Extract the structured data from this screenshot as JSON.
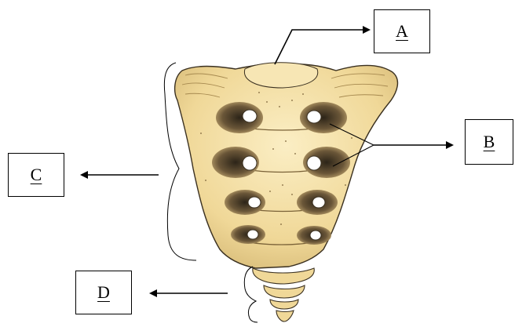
{
  "diagram": {
    "labels": {
      "a": "A",
      "b": "B",
      "c": "C",
      "d": "D"
    },
    "colors": {
      "bone_fill": "#f3dfa6",
      "bone_shade": "#d9bd7a",
      "foramen_shadow": "#5a4a30",
      "outline": "#3a3020",
      "arrow": "#000000"
    }
  }
}
